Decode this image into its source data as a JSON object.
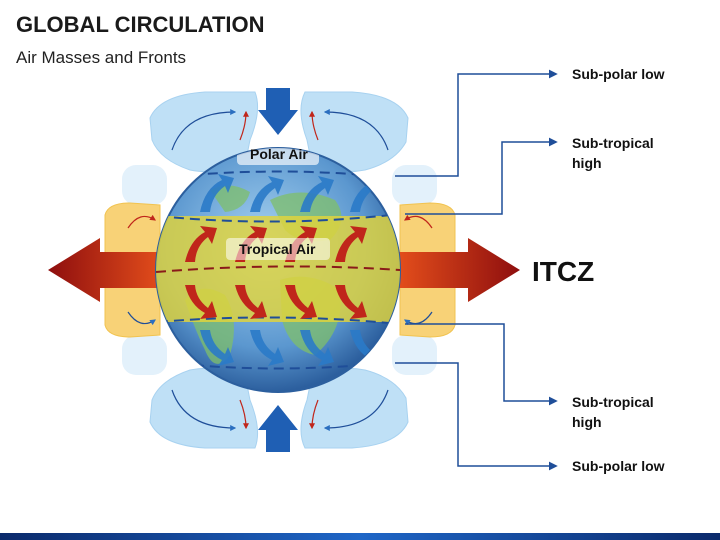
{
  "header": {
    "title": "GLOBAL CIRCULATION",
    "subtitle": "Air Masses and Fronts"
  },
  "globe_labels": {
    "polar": "Polar Air",
    "tropical": "Tropical Air"
  },
  "callouts": {
    "top_subpolar": "Sub-polar low",
    "top_subtropical": "Sub-tropical\nhigh",
    "bottom_subtropical": "Sub-tropical\nhigh",
    "bottom_subpolar": "Sub-polar low"
  },
  "itcz": "ITCZ",
  "colors": {
    "polar_cell": "#bfe0f6",
    "tropical_cell": "#f8d277",
    "ocean": "#6fa7d9",
    "tropical_band": "#e2d43a",
    "red_arrow": "#c0261b",
    "blue_arrow": "#2b7ac8",
    "line": "#1f4e99"
  }
}
